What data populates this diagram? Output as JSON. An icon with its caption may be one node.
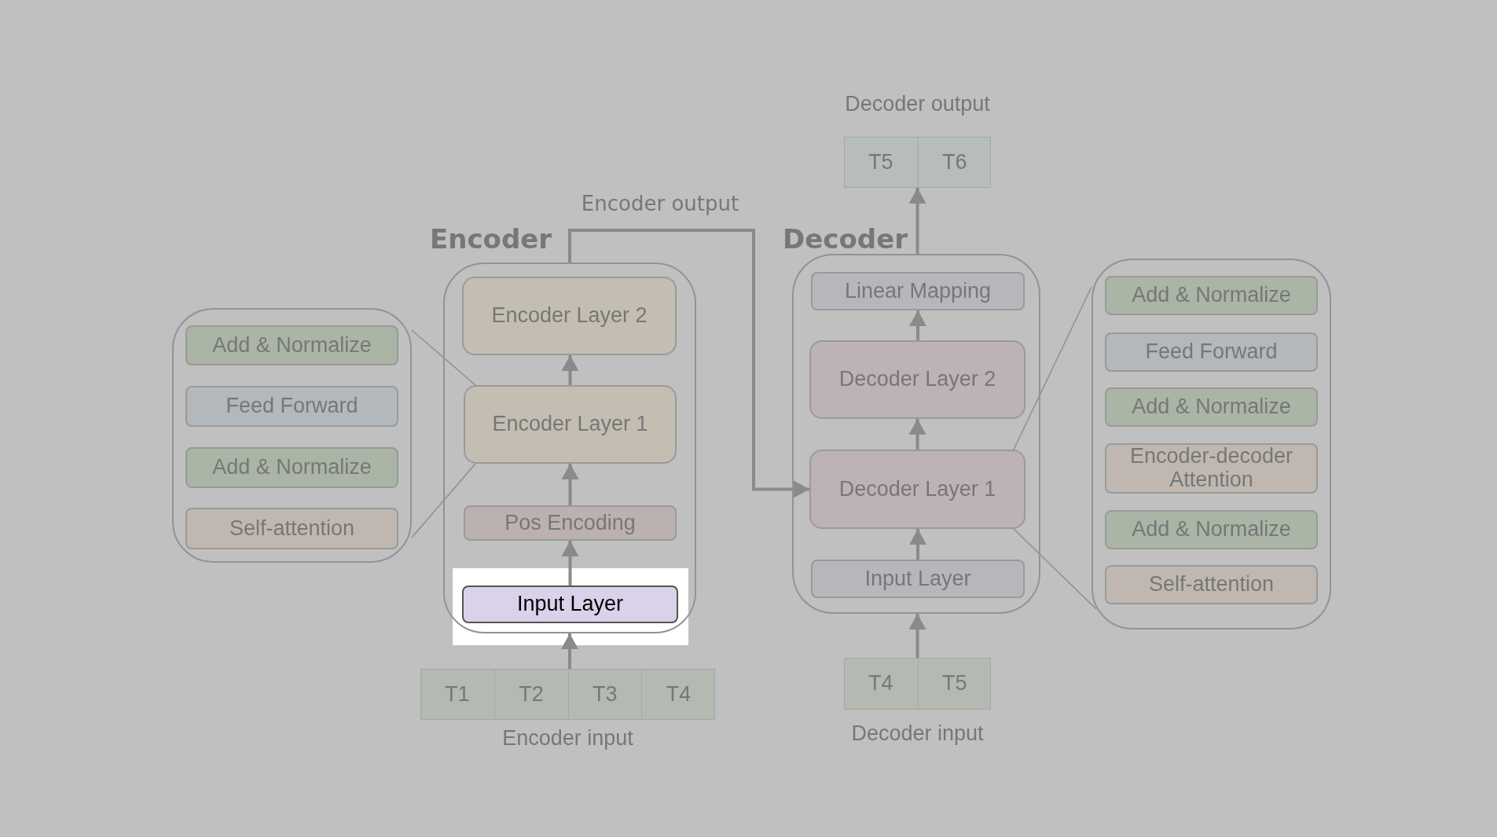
{
  "diagram": {
    "nodes": [
      {
        "text": [
          "Encoder"
        ]
      },
      {
        "text": [
          "Encoder Layer 2"
        ],
        "in": 0
      },
      {
        "text": [
          "Encoder Layer 1"
        ],
        "in": 0
      },
      {
        "text": [
          "Pos Encoding"
        ],
        "in": 0
      },
      {
        "text": [
          "Input Layer"
        ],
        "in": 0
      },
      {
        "text": [],
        "shape": "bar",
        "beside": [
          "Encoder input"
        ]
      },
      {
        "text": [
          "T1"
        ],
        "in": 5
      },
      {
        "text": [
          "T2"
        ],
        "in": 5
      },
      {
        "text": [
          "T3"
        ],
        "in": 5
      },
      {
        "text": [
          "T4"
        ],
        "in": 5
      },
      {
        "text": [],
        "shape": "box"
      },
      {
        "text": [
          "Add & Normalize"
        ],
        "in": 10
      },
      {
        "text": [
          "Feed Forward"
        ],
        "in": 10
      },
      {
        "text": [
          "Add & Normalize"
        ],
        "in": 10
      },
      {
        "text": [
          "Self-attention"
        ],
        "in": 10
      },
      {
        "text": [],
        "shape": "bar",
        "beside": [
          "Decoder output"
        ]
      },
      {
        "text": [
          "T5"
        ],
        "in": 15
      },
      {
        "text": [
          "T6"
        ],
        "in": 15
      },
      {
        "text": [
          "Decoder"
        ]
      },
      {
        "text": [
          "Linear Mapping"
        ],
        "in": 18
      },
      {
        "text": [
          "Decoder Layer 2"
        ],
        "in": 18
      },
      {
        "text": [
          "Decoder Layer 1"
        ],
        "in": 18
      },
      {
        "text": [
          "Input Layer"
        ],
        "in": 18
      },
      {
        "text": [],
        "shape": "bar",
        "beside": [
          "Decoder input"
        ]
      },
      {
        "text": [
          "T4"
        ],
        "in": 23
      },
      {
        "text": [
          "T5"
        ],
        "in": 23
      },
      {
        "text": [],
        "shape": "box"
      },
      {
        "text": [
          "Add & Normalize"
        ],
        "in": 26
      },
      {
        "text": [
          "Feed Forward"
        ],
        "in": 26
      },
      {
        "text": [
          "Add & Normalize"
        ],
        "in": 26
      },
      {
        "text": [
          "Encoder-decoder Attention"
        ],
        "in": 26
      },
      {
        "text": [
          "Add & Normalize"
        ],
        "in": 26
      },
      {
        "text": [
          "Self-attention"
        ],
        "in": 26
      }
    ],
    "edges": [
      {
        "from": 5,
        "to": 0,
        "arrow": "to"
      },
      {
        "from": 4,
        "to": 3,
        "arrow": "to"
      },
      {
        "from": 3,
        "to": 2,
        "arrow": "to"
      },
      {
        "from": 2,
        "to": 1,
        "arrow": "to"
      },
      {
        "from": 0,
        "to": 21,
        "arrow": "to",
        "label": "Encoder output"
      },
      {
        "from": 10,
        "to": 2,
        "arrow": "none"
      },
      {
        "from": 10,
        "to": 2,
        "arrow": "none"
      },
      {
        "from": 23,
        "to": 18,
        "arrow": "to"
      },
      {
        "from": 22,
        "to": 21,
        "arrow": "to"
      },
      {
        "from": 21,
        "to": 20,
        "arrow": "to"
      },
      {
        "from": 20,
        "to": 19,
        "arrow": "to"
      },
      {
        "from": 18,
        "to": 15,
        "arrow": "to"
      },
      {
        "from": 21,
        "to": 26,
        "arrow": "none"
      },
      {
        "from": 21,
        "to": 26,
        "arrow": "none"
      }
    ]
  }
}
